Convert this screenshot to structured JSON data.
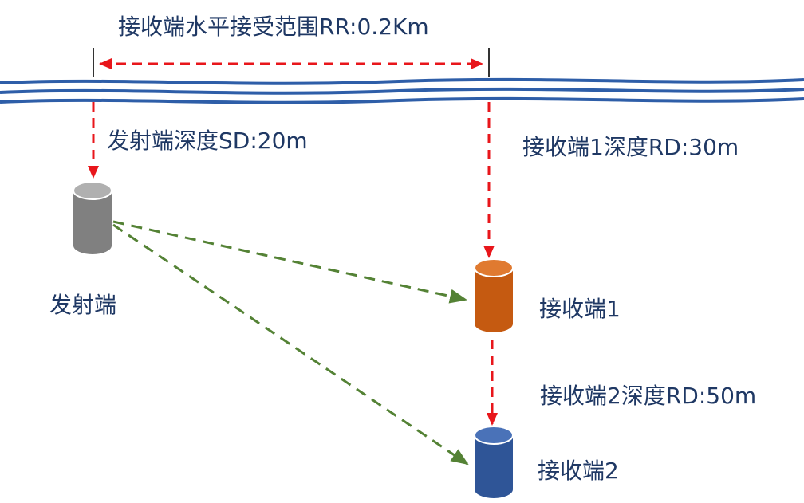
{
  "labels": {
    "range": "接收端水平接受范围RR:0.2Km",
    "source_depth": "发射端深度SD:20m",
    "receiver1_depth": "接收端1深度RD:30m",
    "source": "发射端",
    "receiver1": "接收端1",
    "receiver2_depth": "接收端2深度RD:50m",
    "receiver2": "接收端2"
  },
  "colors": {
    "water_line": "#2e5ea8",
    "measure_arrow": "#e8161b",
    "path_arrow": "#548235",
    "source": "#808080",
    "receiver1": "#c55a11",
    "receiver2": "#2f5597",
    "text": "#1f3864"
  }
}
